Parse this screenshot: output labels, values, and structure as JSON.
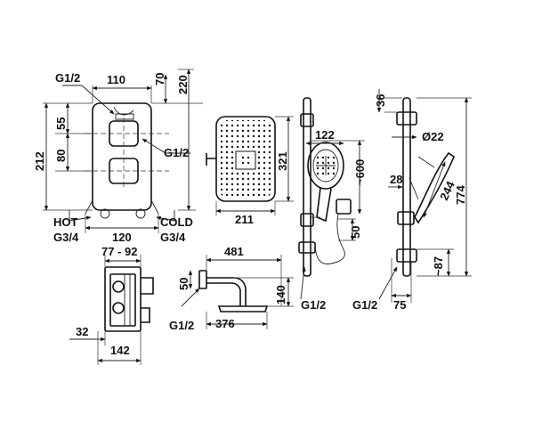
{
  "labels": {
    "valve_inlet_thread": "G1/2",
    "valve_width": "110",
    "valve_top_offset": "70",
    "valve_total_height": "220",
    "valve_spacing_55": "55",
    "valve_outlet_thread": "G1/2",
    "valve_spacing_80": "80",
    "valve_height": "212",
    "hot_label": "HOT",
    "hot_thread": "G3/4",
    "valve_base_width": "120",
    "cold_label": "COLD",
    "cold_thread": "G3/4",
    "headshower_height": "321",
    "headshower_width": "211",
    "handshower_width": "122",
    "handshower_min_height": "~600",
    "bracket_50": "50",
    "rail_thread": "G1/2",
    "rail_top_36": "36",
    "hose_diameter": "Ø22",
    "handle_28": "28",
    "handle_244": "244",
    "rail_length": "774",
    "rail_bottom_87": "~87",
    "rail_depth": "75",
    "rail_thread_2": "G1/2",
    "box_depth": "77 - 92",
    "box_32": "32",
    "box_width": "142",
    "arm_length": "481",
    "arm_50": "50",
    "arm_thread": "G1/2",
    "arm_376": "376",
    "arm_height": "140"
  },
  "colors": {
    "line": "#111111",
    "background": "#ffffff"
  }
}
